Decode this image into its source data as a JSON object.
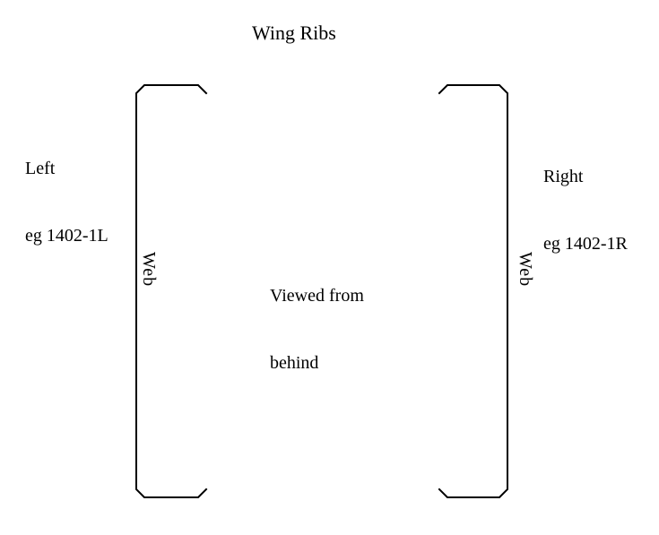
{
  "diagram": {
    "title": "Wing Ribs",
    "left_label": {
      "line1": "Left",
      "line2": "eg 1402-1L"
    },
    "right_label": {
      "line1": "Right",
      "line2": "eg 1402-1R"
    },
    "center_note": {
      "line1": "Viewed from",
      "line2": "behind"
    },
    "left_web_label": "Web",
    "right_web_label": "Web",
    "colors": {
      "background": "#ffffff",
      "line": "#000000",
      "text": "#000000"
    }
  }
}
